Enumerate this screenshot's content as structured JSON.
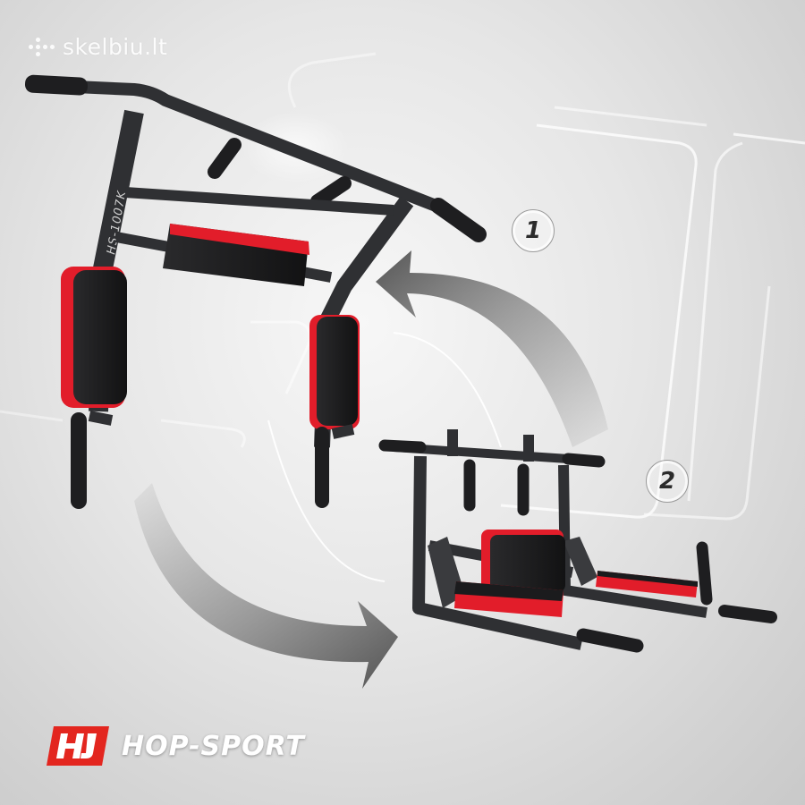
{
  "watermark": {
    "text": "skelbiu.lt",
    "icon": "dots-grid-icon"
  },
  "brand": {
    "logo_icon": "hj-logo-icon",
    "name": "HOP-SPORT",
    "accent": "#e3261f"
  },
  "steps": [
    {
      "label": "1"
    },
    {
      "label": "2"
    }
  ],
  "product": {
    "model": "HS-1007K",
    "logo_text": "HOP-SPORT",
    "frame_color": "#2f3033",
    "pad_color": "#1b1b1d",
    "pad_accent": "#e21d2a"
  }
}
